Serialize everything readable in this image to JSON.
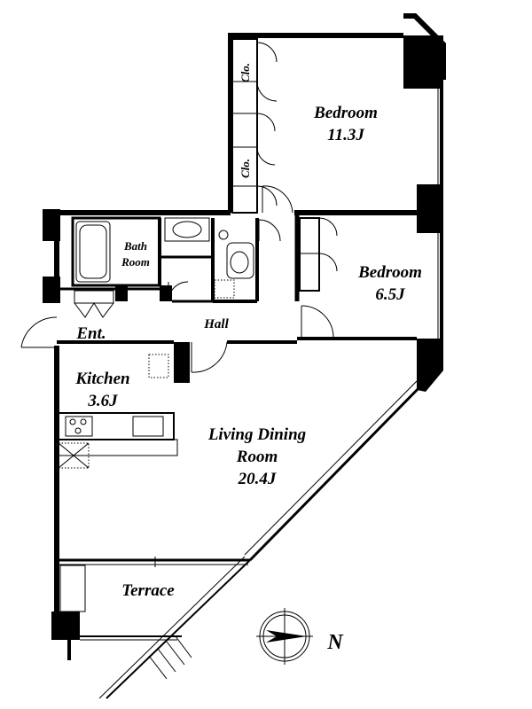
{
  "rooms": {
    "bedroom1": {
      "name": "Bedroom",
      "size": "11.3J"
    },
    "bedroom2": {
      "name": "Bedroom",
      "size": "6.5J"
    },
    "bath": {
      "line1": "Bath",
      "line2": "Room"
    },
    "hall": {
      "name": "Hall"
    },
    "entrance": {
      "name": "Ent."
    },
    "kitchen": {
      "name": "Kitchen",
      "size": "3.6J"
    },
    "living": {
      "line1": "Living Dining",
      "line2": "Room",
      "size": "20.4J"
    },
    "terrace": {
      "name": "Terrace"
    },
    "closet_top": {
      "name": "Clo."
    },
    "closet_bottom": {
      "name": "Clo."
    }
  },
  "compass": {
    "label": "N",
    "icon": "north-arrow-icon"
  }
}
